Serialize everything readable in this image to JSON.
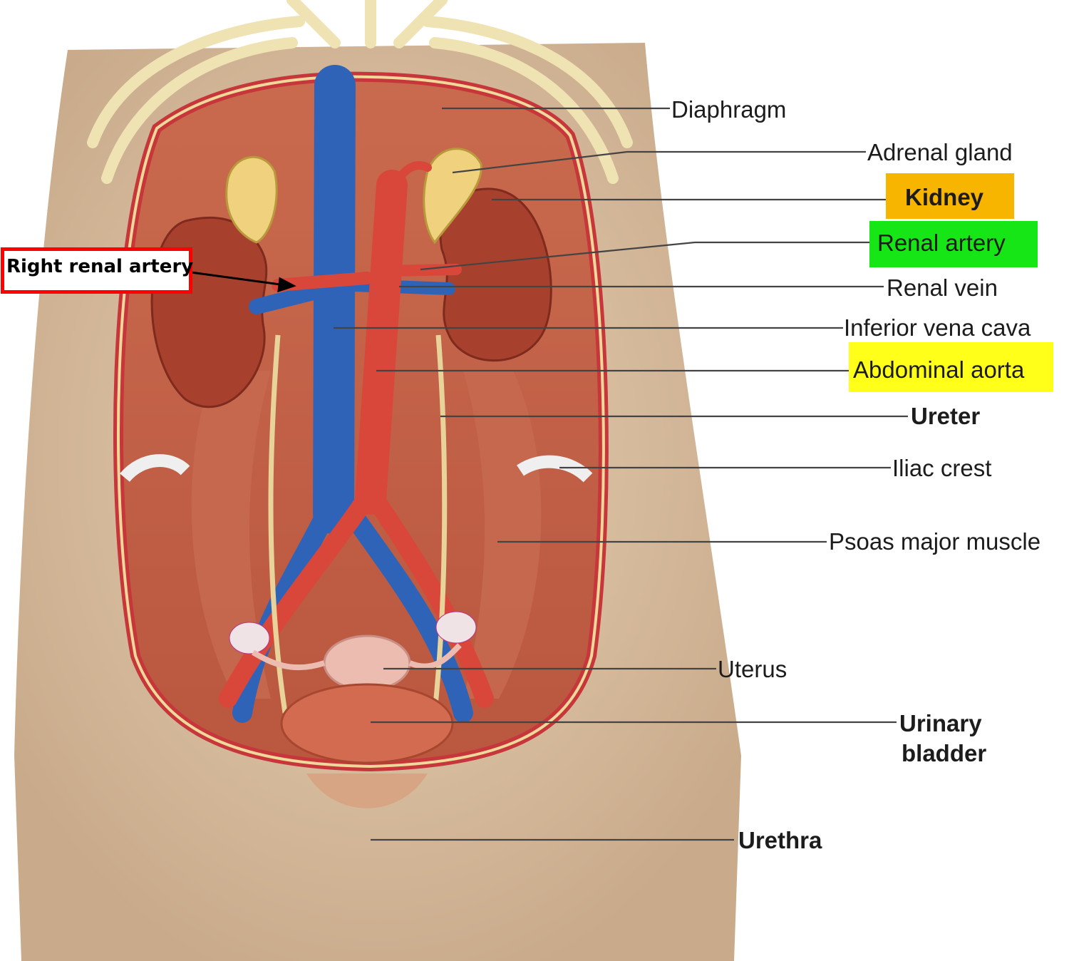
{
  "labels": {
    "diaphragm": "Diaphragm",
    "adrenal_gland": "Adrenal gland",
    "kidney": "Kidney",
    "renal_artery": "Renal artery",
    "renal_vein": "Renal vein",
    "inferior_vena_cava": "Inferior vena cava",
    "abdominal_aorta": "Abdominal aorta",
    "ureter": "Ureter",
    "iliac_crest": "Iliac crest",
    "psoas_major_muscle": "Psoas major muscle",
    "uterus": "Uterus",
    "urinary_bladder_line1": "Urinary",
    "urinary_bladder_line2": "bladder",
    "urethra": "Urethra"
  },
  "callout": {
    "right_renal_artery": "Right renal artery"
  },
  "colors": {
    "kidney_highlight": "#f7b500",
    "renal_artery_highlight": "#16e616",
    "abdominal_aorta_highlight": "#ffff1a",
    "callout_border": "#ff0000",
    "artery": "#d8473a",
    "vein": "#2f63b8",
    "skin": "#dcc3a6"
  }
}
